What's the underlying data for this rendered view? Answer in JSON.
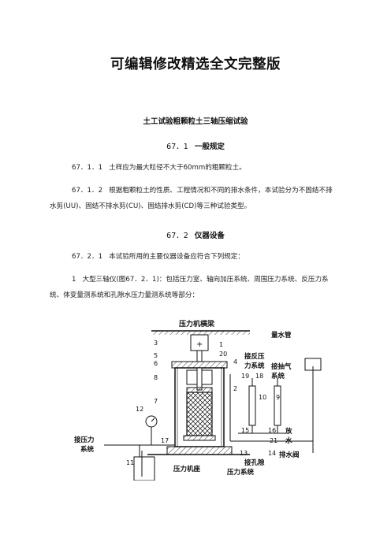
{
  "page_title": "可编辑修改精选全文完整版",
  "doc_title": "土工试验粗颗粒土三轴压缩试验",
  "section_67_1": {
    "num": "67．1",
    "label": "一般规定"
  },
  "para_67_1_1": {
    "num": "67．1．1",
    "text": "土样应为最大粒径不大于60mm的粗颗粒土。"
  },
  "para_67_1_2": {
    "num": "67．1．2",
    "line1": "根据粗颗粒土的性质、工程情况和不同的排水条件，本试验分为不固结不排",
    "line2": "水剪(UU)、固结不排水剪(CU)、固结排水剪(CD)等三种试验类型。"
  },
  "section_67_2": {
    "num": "67．2",
    "label": "仪器设备"
  },
  "para_67_2_1": {
    "num": "67．2．1",
    "text": "本试验所用的主要仪器设备应符合下列规定："
  },
  "item_1": {
    "num": "1",
    "line1": "大型三轴仪(图67．2．1)：包括压力室、轴向加压系统、周围压力系统、反压力系",
    "line2": "统、体变量测系统和孔隙水压力量测系统等部分："
  },
  "figure": {
    "beam_label": "压力机横梁",
    "base_label": "压力机座",
    "confining_left": [
      "接压力",
      "系统"
    ],
    "back_pressure": [
      "接反压",
      "力系统"
    ],
    "vacuum": [
      "接抽气",
      "系统"
    ],
    "burette": "量水管",
    "drain_valve": "排水阀",
    "drain": [
      "放",
      "水"
    ],
    "pore_system": [
      "接孔隙",
      "压力系统"
    ],
    "numbers": [
      "1",
      "2",
      "3",
      "4",
      "5",
      "6",
      "7",
      "8",
      "9",
      "10",
      "11",
      "12",
      "13",
      "14",
      "15",
      "16",
      "17",
      "18",
      "19",
      "20",
      "21"
    ]
  }
}
